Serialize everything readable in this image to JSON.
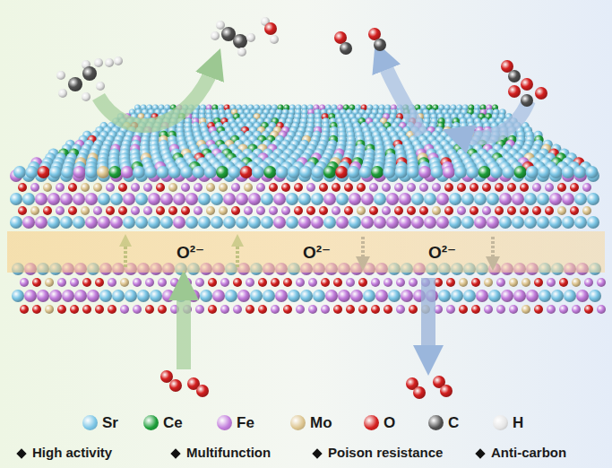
{
  "diagram": {
    "nodes": [
      {
        "text": [
          "O²⁻",
          "O²⁻",
          "O²⁻"
        ]
      }
    ],
    "labels": [
      "High activity",
      "Multifunction",
      "Poison resistance",
      "Anti-carbon"
    ],
    "legend": [
      {
        "text": "Sr",
        "color": "#7cc6e6"
      },
      {
        "text": "Ce",
        "color": "#1e9e3a"
      },
      {
        "text": "Fe",
        "color": "#c27ddc"
      },
      {
        "text": "Mo",
        "color": "#dcc48e"
      },
      {
        "text": "O",
        "color": "#d42020"
      },
      {
        "text": "C",
        "color": "#505050"
      },
      {
        "text": "H",
        "color": "#e6e6e6"
      }
    ]
  }
}
